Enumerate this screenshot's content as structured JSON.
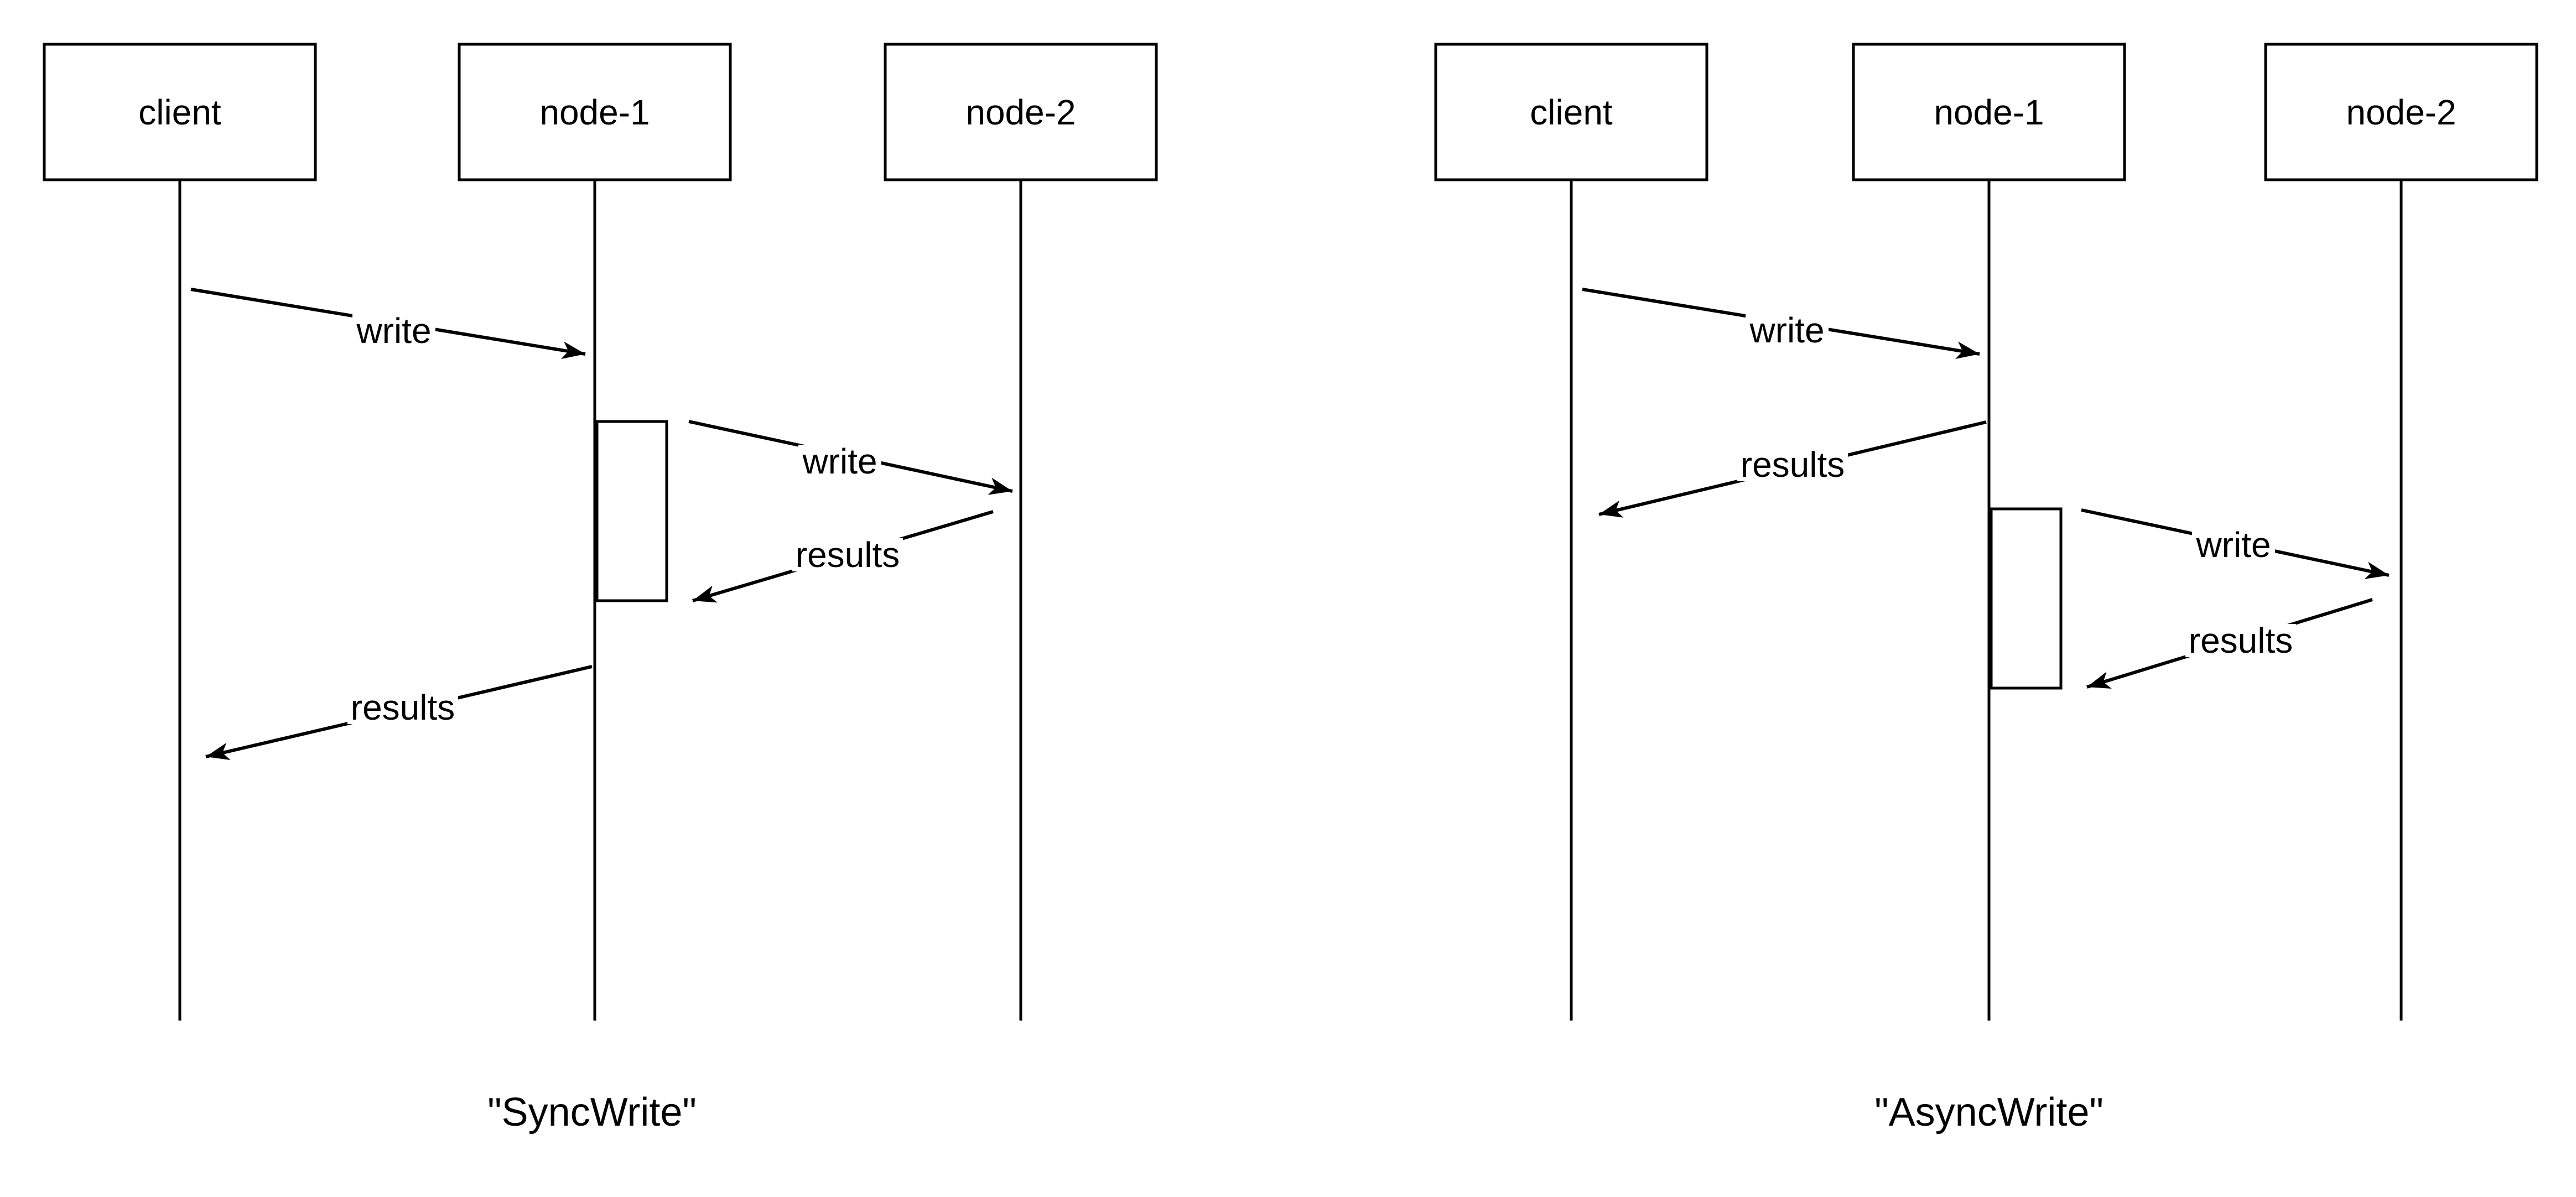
{
  "colors": {
    "ink": "#000000",
    "background": "#ffffff"
  },
  "left": {
    "caption": "\"SyncWrite\"",
    "actors": [
      {
        "name": "client"
      },
      {
        "name": "node-1"
      },
      {
        "name": "node-2"
      }
    ],
    "messages": [
      {
        "label": "write",
        "from": "client",
        "to": "node-1"
      },
      {
        "label": "write",
        "from": "node-1",
        "to": "node-2"
      },
      {
        "label": "results",
        "from": "node-2",
        "to": "node-1"
      },
      {
        "label": "results",
        "from": "node-1",
        "to": "client"
      }
    ]
  },
  "right": {
    "caption": "\"AsyncWrite\"",
    "actors": [
      {
        "name": "client"
      },
      {
        "name": "node-1"
      },
      {
        "name": "node-2"
      }
    ],
    "messages": [
      {
        "label": "write",
        "from": "client",
        "to": "node-1"
      },
      {
        "label": "results",
        "from": "node-1",
        "to": "client"
      },
      {
        "label": "write",
        "from": "node-1",
        "to": "node-2"
      },
      {
        "label": "results",
        "from": "node-2",
        "to": "node-1"
      }
    ]
  }
}
